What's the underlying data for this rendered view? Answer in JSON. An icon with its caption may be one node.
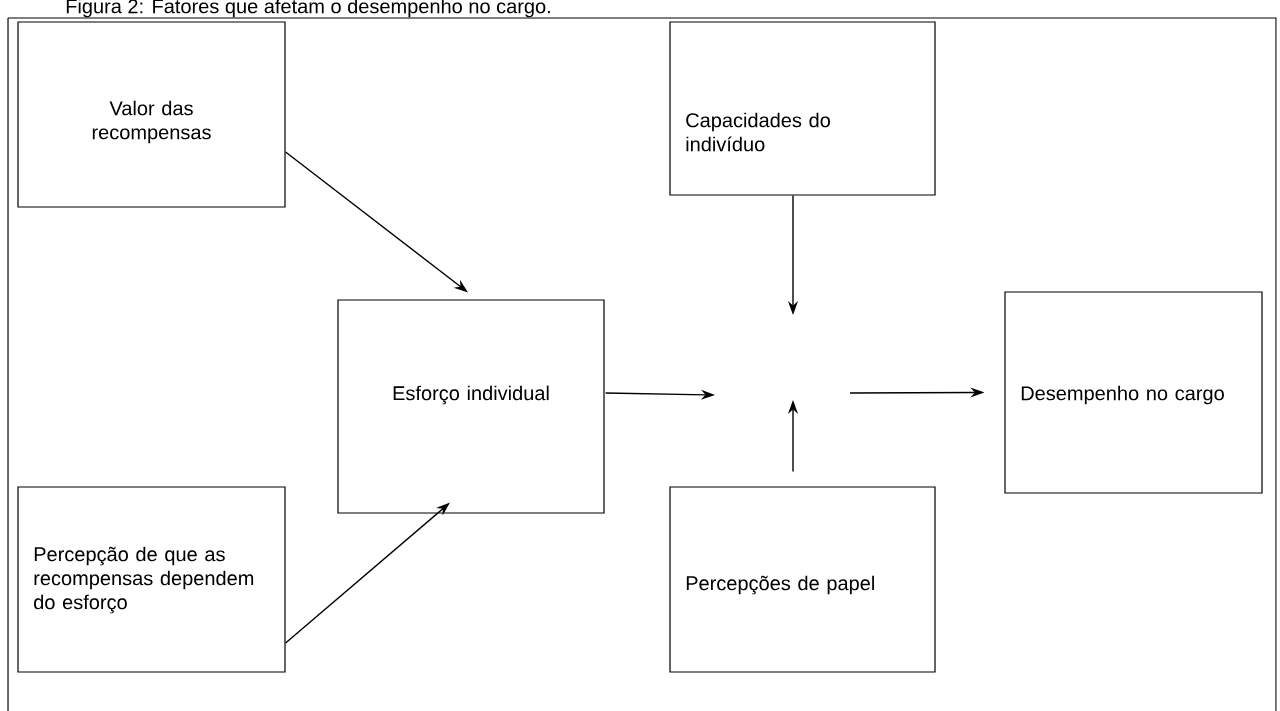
{
  "diagram": {
    "title": "Figura 2: Fatores que afetam o desempenho no cargo.",
    "nodes": [
      {
        "text": [
          "Valor das recompensas"
        ]
      },
      {
        "text": [
          "Capacidades do indivíduo"
        ]
      },
      {
        "text": [
          "Esforço individual"
        ]
      },
      {
        "text": [
          "Desempenho no cargo"
        ]
      },
      {
        "text": [
          "Percepção de que as recompensas dependem do esforço"
        ]
      },
      {
        "text": [
          "Percepções de papel"
        ]
      }
    ],
    "edges": [
      {
        "from": 0,
        "to": 2,
        "arrow": "to"
      },
      {
        "from": 4,
        "to": 2,
        "arrow": "to"
      },
      {
        "from": 2,
        "to": null,
        "arrow": "to"
      },
      {
        "from": 1,
        "to": null,
        "arrow": "to"
      },
      {
        "from": 5,
        "to": null,
        "arrow": "to"
      },
      {
        "from": null,
        "to": 3,
        "arrow": "to"
      }
    ]
  }
}
